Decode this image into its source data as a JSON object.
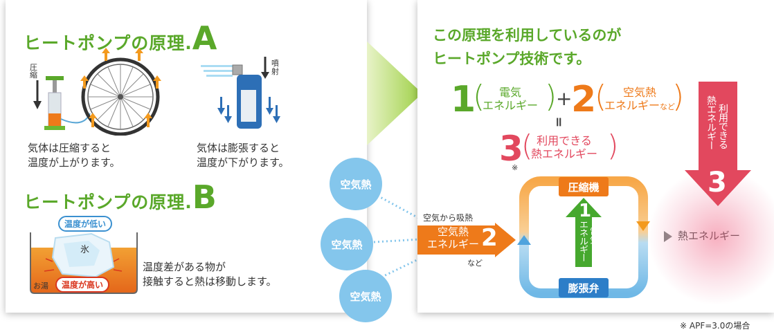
{
  "principle_a": {
    "title": "ヒートポンプの原理.",
    "letter": "A",
    "compress_label": "圧縮",
    "inject_label": "噴射",
    "caption_left_1": "気体は圧縮すると",
    "caption_left_2": "温度が上がります。",
    "caption_right_1": "気体は膨張すると",
    "caption_right_2": "温度が下がります。"
  },
  "principle_b": {
    "title": "ヒートポンプの原理.",
    "letter": "B",
    "low_temp": "温度が低い",
    "high_temp": "温度が高い",
    "ice": "氷",
    "hot_water": "お湯",
    "caption_1": "温度差がある物が",
    "caption_2": "接触すると熱は移動します。"
  },
  "bubbles": [
    "空気熱",
    "空気熱",
    "空気熱"
  ],
  "right": {
    "headline_1": "この原理を利用しているのが",
    "headline_2": "ヒートポンプ技術です。",
    "eq_n1": "1",
    "eq_t1_a": "電気",
    "eq_t1_b": "エネルギー",
    "eq_plus": "+",
    "eq_n2": "2",
    "eq_t2_a": "空気熱",
    "eq_t2_b": "エネルギー",
    "eq_t2_suffix": "など",
    "eq_equals": "॥",
    "eq_n3": "3",
    "eq_t3_a": "利用できる",
    "eq_t3_b": "熱エネルギー",
    "note_mark": "※",
    "absorb_label": "空気から吸熱",
    "input_a": "空気熱",
    "input_b": "エネルギー",
    "input_num": "2",
    "input_etc": "など",
    "compressor": "圧縮機",
    "expansion_valve": "膨張弁",
    "up_num": "1",
    "up_text_1": "電気",
    "up_text_2": "エネルギー",
    "output": "熱エネルギー",
    "down_text_1": "利用できる",
    "down_text_2": "熱エネルギー",
    "down_num": "3"
  },
  "footnote": "※ APF=3.0の場合"
}
